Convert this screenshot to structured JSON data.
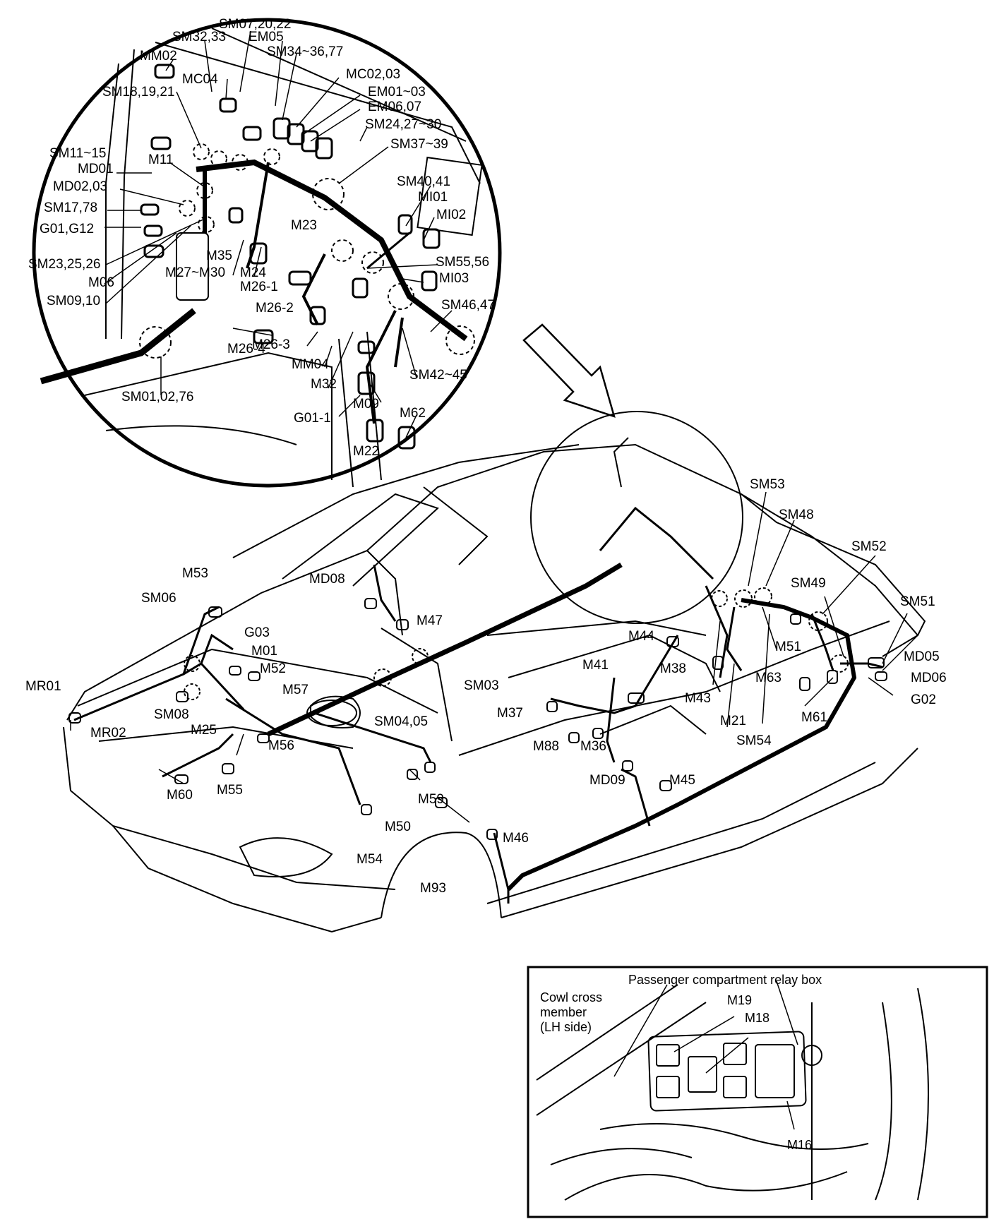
{
  "detail_labels": [
    "SM07,20,22",
    "SM32,33",
    "EM05",
    "SM34~36,77",
    "MM02",
    "MC04",
    "SM18,19,21",
    "MC02,03",
    "EM01~03",
    "EM06,07",
    "SM24,27~30",
    "SM37~39",
    "SM11~15",
    "M11",
    "MD01",
    "MD02,03",
    "SM17,78",
    "G01,G12",
    "SM40,41",
    "MI01",
    "MI02",
    "M23",
    "SM23,25,26",
    "M35",
    "M06",
    "M27~M30",
    "M24",
    "SM09,10",
    "M26-1",
    "SM55,56",
    "MI03",
    "SM46,47",
    "M26-2",
    "M26-3",
    "M26-4",
    "MM04",
    "M32",
    "SM42~45",
    "SM01,02,76",
    "G01-1",
    "M09",
    "M62",
    "M22"
  ],
  "vehicle_labels": [
    "SM53",
    "SM48",
    "SM52",
    "M53",
    "MD08",
    "SM49",
    "SM51",
    "SM06",
    "G03",
    "M47",
    "M44",
    "M01",
    "M51",
    "MD05",
    "M52",
    "M41",
    "M38",
    "M63",
    "MD06",
    "MR01",
    "M57",
    "SM03",
    "G02",
    "M43",
    "SM08",
    "M25",
    "M37",
    "SM04,05",
    "M21",
    "M61",
    "MR02",
    "M56",
    "SM54",
    "M88",
    "M36",
    "MD09",
    "M45",
    "M60",
    "M55",
    "M59",
    "M50",
    "M46",
    "M54",
    "M93"
  ],
  "inset_labels": [
    "Passenger compartment relay box",
    "Cowl cross",
    "member",
    "(LH side)",
    "M19",
    "M18",
    "M16"
  ],
  "colors": {
    "line": "#000000",
    "background": "#ffffff"
  }
}
